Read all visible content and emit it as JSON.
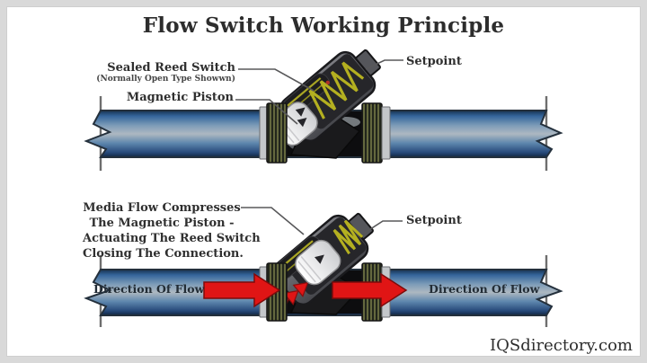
{
  "title": "Flow Switch Working Principle",
  "watermark": "IQSdirectory.com",
  "top_diagram": {
    "sealed_reed_switch_label": "Sealed Reed Switch",
    "sealed_reed_switch_note": "(Normally Open Type Showwn)",
    "magnetic_piston_label": "Magnetic Piston",
    "setpoint_label": "Setpoint"
  },
  "bottom_diagram": {
    "description_lines": [
      "Media Flow Compresses",
      "The Magnetic Piston -",
      "Actuating The Reed Switch",
      "Closing The Connection."
    ],
    "setpoint_label": "Setpoint",
    "direction_of_flow_left": "Direction Of Flow",
    "direction_of_flow_right": "Direction Of Flow"
  },
  "colors": {
    "frame_border": "#d9d9d9",
    "pipe_blue": "#4a7aa8",
    "pipe_highlight": "#adbac3",
    "flow_arrow_red": "#e01515",
    "spring_yellow": "#b4b020",
    "valve_body_gray": "#55565b",
    "thread_olive": "#878c51",
    "text_dark": "#2f2f2f"
  }
}
